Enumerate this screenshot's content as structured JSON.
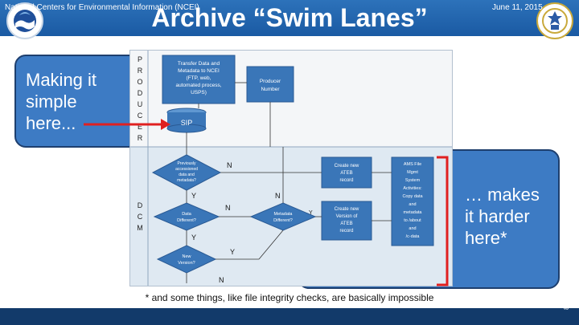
{
  "slide": {
    "title": "Archive “Swim Lanes”",
    "left_callout": [
      "Making it",
      "simple",
      "here..."
    ],
    "right_callout": [
      "… makes",
      "it harder",
      "here*"
    ],
    "footnote": "* and some things, like file integrity checks, are basically impossible",
    "footer_org": "National Centers for Environmental Information (NCEI)",
    "footer_date": "June 11, 2015",
    "page_number": "8"
  },
  "diagram": {
    "lane_producer": [
      "P",
      "R",
      "O",
      "D",
      "U",
      "C",
      "E",
      "R"
    ],
    "lane_dcm": [
      "D",
      "C",
      "M"
    ],
    "transfer_box": [
      "Transfer Data and",
      "Metadata to NCEI",
      "(FTP, web,",
      "automated process,",
      "USPS)"
    ],
    "producer_number": [
      "Producer",
      "Number"
    ],
    "sip_label": "SIP",
    "diamond_previous": [
      "Previously",
      "accessioned",
      "data and",
      "metadata?"
    ],
    "diamond_data_different": [
      "Data",
      "Different?"
    ],
    "diamond_metadata_different": [
      "Metadata",
      "Different?"
    ],
    "diamond_new_version": [
      "New",
      "Version?"
    ],
    "create_new_ateb": [
      "Create new",
      "ATEB",
      "record"
    ],
    "create_new_version": [
      "Create new",
      "Version of",
      "ATEB",
      "record"
    ],
    "ams_box": [
      "AMS File",
      "Mgmt",
      "System",
      "Activities:",
      "Copy data",
      "and",
      "metadata",
      "to /about",
      "and",
      "/c-data"
    ],
    "edge_labels": {
      "n1": "N",
      "y1": "Y",
      "n2": "N",
      "n3": "N",
      "y2": "Y",
      "y3": "Y",
      "y4": "Y",
      "n4": "N"
    }
  },
  "colors": {
    "header_blue": "#1a5aa3",
    "callout_blue": "#3d7bc4",
    "arrow_red": "#e02020",
    "diamond_blue": "#3a76b8",
    "footer_navy": "#123a6a"
  }
}
